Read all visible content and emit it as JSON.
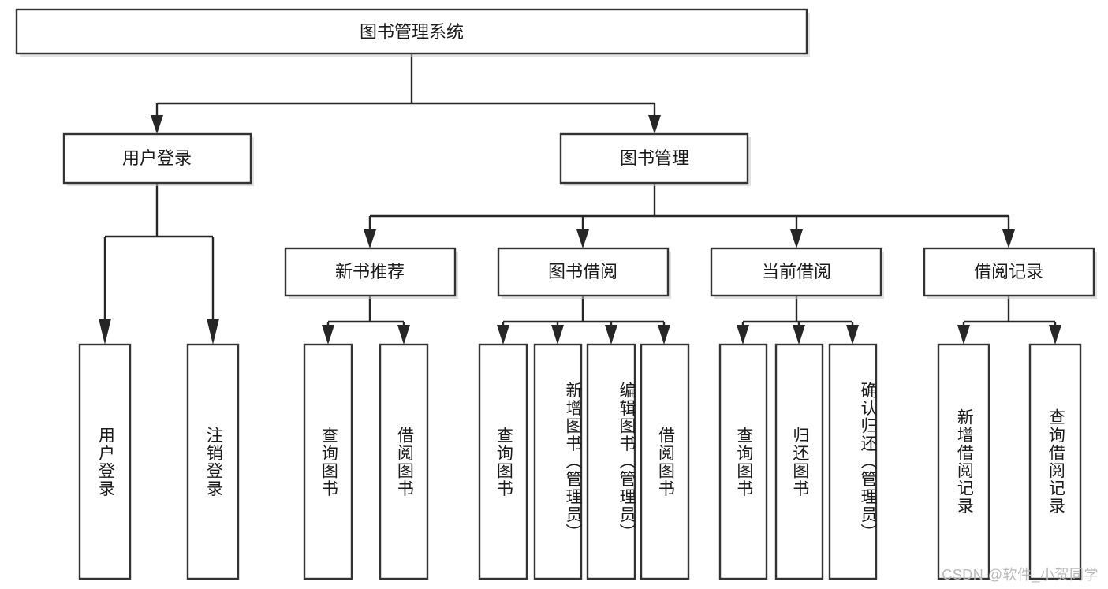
{
  "diagram": {
    "type": "tree-hierarchy",
    "title_node": "图书管理系统",
    "watermark": "CSDN @软件_小贺同学",
    "colors": {
      "box_stroke": "#333333",
      "box_fill": "#ffffff",
      "connector": "#262626",
      "text": "#1a1a1a",
      "watermark": "#b9b9b9",
      "background": "#ffffff"
    },
    "levels": {
      "root": [
        "图书管理系统"
      ],
      "level2": [
        "用户登录",
        "图书管理"
      ],
      "level3": [
        "新书推荐",
        "图书借阅",
        "当前借阅",
        "借阅记录"
      ],
      "leaves": [
        "用户登录",
        "注销登录",
        "查询图书",
        "借阅图书",
        "查询图书",
        "新增图书（管理员）",
        "编辑图书（管理员）",
        "借阅图书",
        "查询图书",
        "归还图书",
        "确认归还（管理员）",
        "新增借阅记录",
        "查询借阅记录"
      ]
    },
    "nodes": {
      "root": {
        "label": "图书管理系统"
      },
      "user_login": {
        "label": "用户登录"
      },
      "book_manage": {
        "label": "图书管理"
      },
      "new_book_rec": {
        "label": "新书推荐"
      },
      "book_borrow": {
        "label": "图书借阅"
      },
      "current_borrow": {
        "label": "当前借阅"
      },
      "borrow_record": {
        "label": "借阅记录"
      },
      "leaf_user_login": {
        "label": "用户登录"
      },
      "leaf_logout": {
        "label": "注销登录"
      },
      "leaf_query_book_a": {
        "label": "查询图书"
      },
      "leaf_borrow_book_a": {
        "label": "借阅图书"
      },
      "leaf_query_book_b": {
        "label": "查询图书"
      },
      "leaf_add_book": {
        "label": "新增图书（管理员）"
      },
      "leaf_edit_book": {
        "label": "编辑图书（管理员）"
      },
      "leaf_borrow_book_b": {
        "label": "借阅图书"
      },
      "leaf_query_book_c": {
        "label": "查询图书"
      },
      "leaf_return_book": {
        "label": "归还图书"
      },
      "leaf_confirm_return": {
        "label": "确认归还（管理员）"
      },
      "leaf_add_record": {
        "label": "新增借阅记录"
      },
      "leaf_query_record": {
        "label": "查询借阅记录"
      }
    },
    "edges": [
      {
        "from": "root",
        "to": "user_login"
      },
      {
        "from": "root",
        "to": "book_manage"
      },
      {
        "from": "user_login",
        "to": "leaf_user_login"
      },
      {
        "from": "user_login",
        "to": "leaf_logout"
      },
      {
        "from": "book_manage",
        "to": "new_book_rec"
      },
      {
        "from": "book_manage",
        "to": "book_borrow"
      },
      {
        "from": "book_manage",
        "to": "current_borrow"
      },
      {
        "from": "book_manage",
        "to": "borrow_record"
      },
      {
        "from": "new_book_rec",
        "to": "leaf_query_book_a"
      },
      {
        "from": "new_book_rec",
        "to": "leaf_borrow_book_a"
      },
      {
        "from": "book_borrow",
        "to": "leaf_query_book_b"
      },
      {
        "from": "book_borrow",
        "to": "leaf_add_book"
      },
      {
        "from": "book_borrow",
        "to": "leaf_edit_book"
      },
      {
        "from": "book_borrow",
        "to": "leaf_borrow_book_b"
      },
      {
        "from": "current_borrow",
        "to": "leaf_query_book_c"
      },
      {
        "from": "current_borrow",
        "to": "leaf_return_book"
      },
      {
        "from": "current_borrow",
        "to": "leaf_confirm_return"
      },
      {
        "from": "borrow_record",
        "to": "leaf_add_record"
      },
      {
        "from": "borrow_record",
        "to": "leaf_query_record"
      }
    ]
  }
}
